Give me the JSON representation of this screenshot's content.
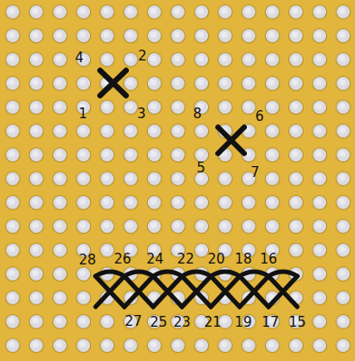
{
  "diagram": {
    "labels": [
      "4",
      "2",
      "1",
      "3",
      "8",
      "6",
      "5",
      "7",
      "28",
      "26",
      "24",
      "22",
      "20",
      "18",
      "16",
      "27",
      "25",
      "23",
      "21",
      "19",
      "17",
      "15"
    ]
  }
}
